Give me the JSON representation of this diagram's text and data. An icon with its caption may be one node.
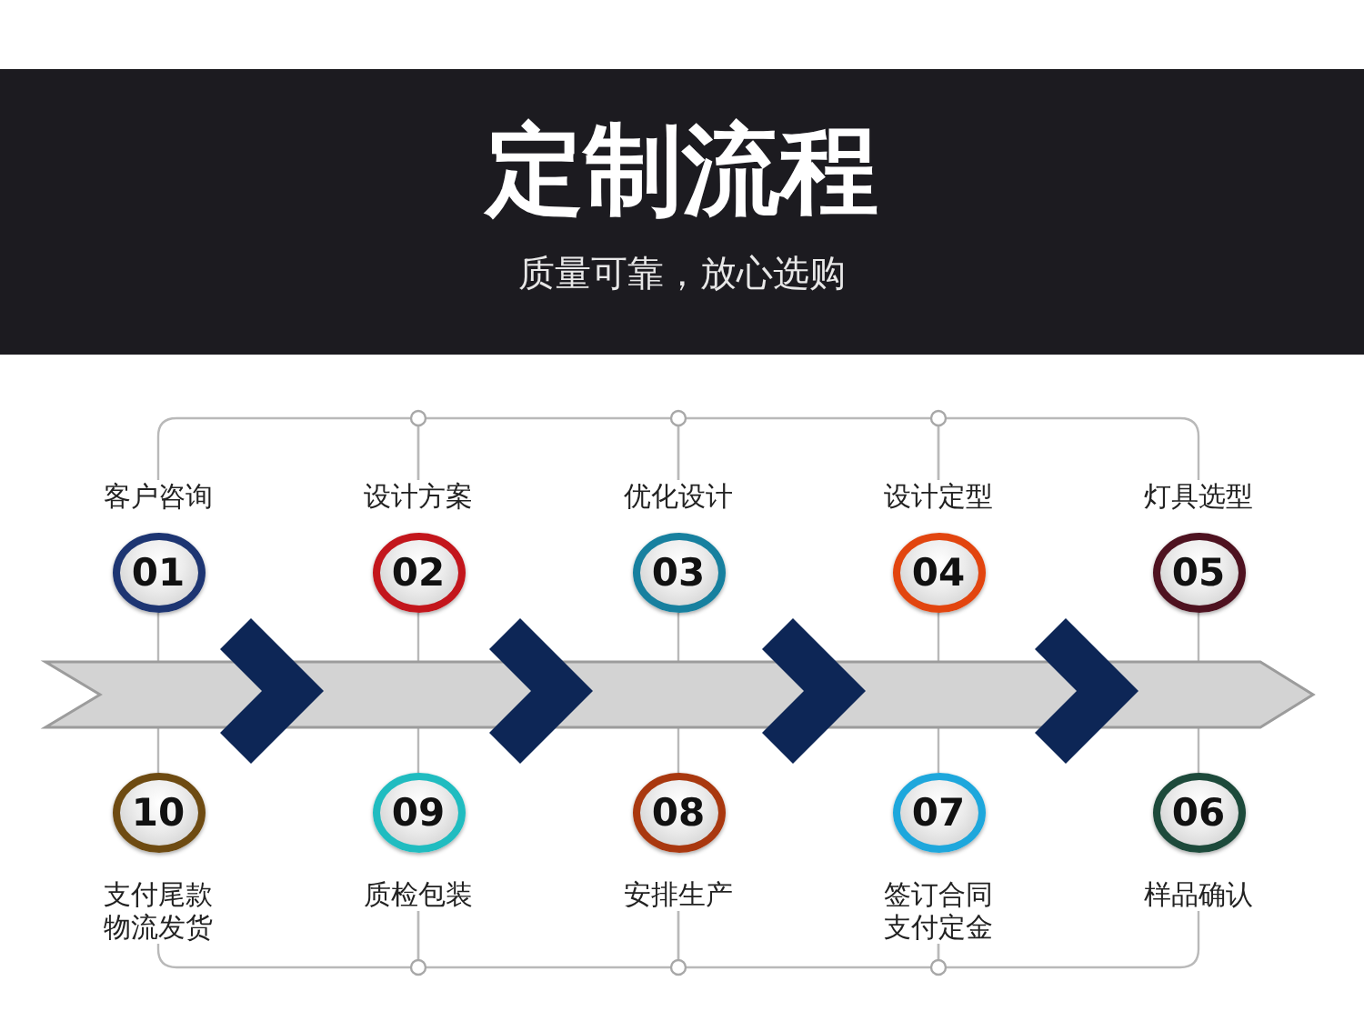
{
  "diagram": {
    "title": "定制流程",
    "nodes": [
      {
        "text": [
          "客户咨询",
          "01"
        ]
      },
      {
        "text": [
          "设计方案",
          "02"
        ]
      },
      {
        "text": [
          "优化设计",
          "03"
        ]
      },
      {
        "text": [
          "设计定型",
          "04"
        ]
      },
      {
        "text": [
          "灯具选型",
          "05"
        ]
      },
      {
        "text": [
          "10",
          "支付尾款物流发货"
        ]
      },
      {
        "text": [
          "09",
          "质检包装"
        ]
      },
      {
        "text": [
          "08",
          "安排生产"
        ]
      },
      {
        "text": [
          "07",
          "签订合同支付定金"
        ]
      },
      {
        "text": [
          "06",
          "样品确认"
        ]
      }
    ],
    "edges": [
      {
        "from": 0,
        "to": 1,
        "arrow": "none"
      },
      {
        "from": 1,
        "to": 2,
        "arrow": "none"
      },
      {
        "from": 2,
        "to": 3,
        "arrow": "none"
      },
      {
        "from": 3,
        "to": 4,
        "arrow": "none"
      },
      {
        "from": 4,
        "to": 9,
        "arrow": "none"
      },
      {
        "from": 9,
        "to": 8,
        "arrow": "none"
      },
      {
        "from": 8,
        "to": 7,
        "arrow": "none"
      },
      {
        "from": 7,
        "to": 6,
        "arrow": "none"
      },
      {
        "from": 6,
        "to": 5,
        "arrow": "none"
      },
      {
        "from": 5,
        "to": 0,
        "arrow": "none"
      },
      {
        "from": 1,
        "to": 6,
        "arrow": "none"
      },
      {
        "from": 2,
        "to": 7,
        "arrow": "none"
      },
      {
        "from": 3,
        "to": 8,
        "arrow": "none"
      }
    ],
    "labels": [
      "质量可靠，放心选购"
    ]
  }
}
